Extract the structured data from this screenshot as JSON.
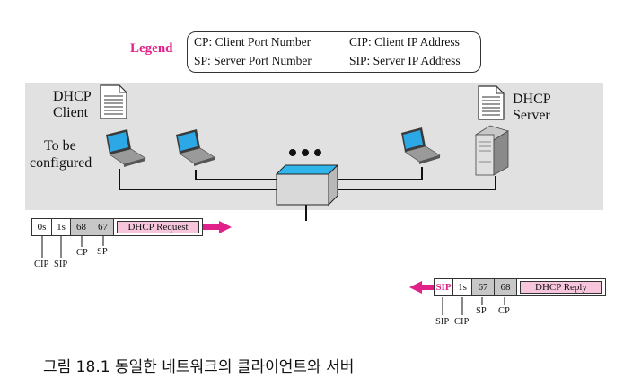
{
  "legend": {
    "title": "Legend",
    "cp": "CP: Client Port Number",
    "sp": "SP: Server Port Number",
    "cip": "CIP: Client IP Address",
    "sip": "SIP: Server IP Address"
  },
  "client": {
    "line1": "DHCP",
    "line2": "Client"
  },
  "server": {
    "line1": "DHCP",
    "line2": "Server"
  },
  "configured": {
    "line1": "To be",
    "line2": "configured"
  },
  "request_packet": {
    "cells": [
      "0s",
      "1s",
      "68",
      "67"
    ],
    "message": "DHCP Request",
    "labels": {
      "cip": "CIP",
      "sip": "SIP",
      "cp": "CP",
      "sp": "SP"
    }
  },
  "reply_packet": {
    "cells": [
      "SIP",
      "1s",
      "67",
      "68"
    ],
    "message": "DHCP Reply",
    "labels": {
      "sip": "SIP",
      "cip": "CIP",
      "sp": "SP",
      "cp": "CP"
    }
  },
  "caption": "그림 18.1 동일한 네트워크의 클라이언트와 서버",
  "colors": {
    "accent": "#e0218a",
    "message_fill": "#f7c6dc",
    "port_fill": "#c7c7c7",
    "switch_top": "#2fb5e9",
    "background_panel": "#e1e1e1"
  }
}
